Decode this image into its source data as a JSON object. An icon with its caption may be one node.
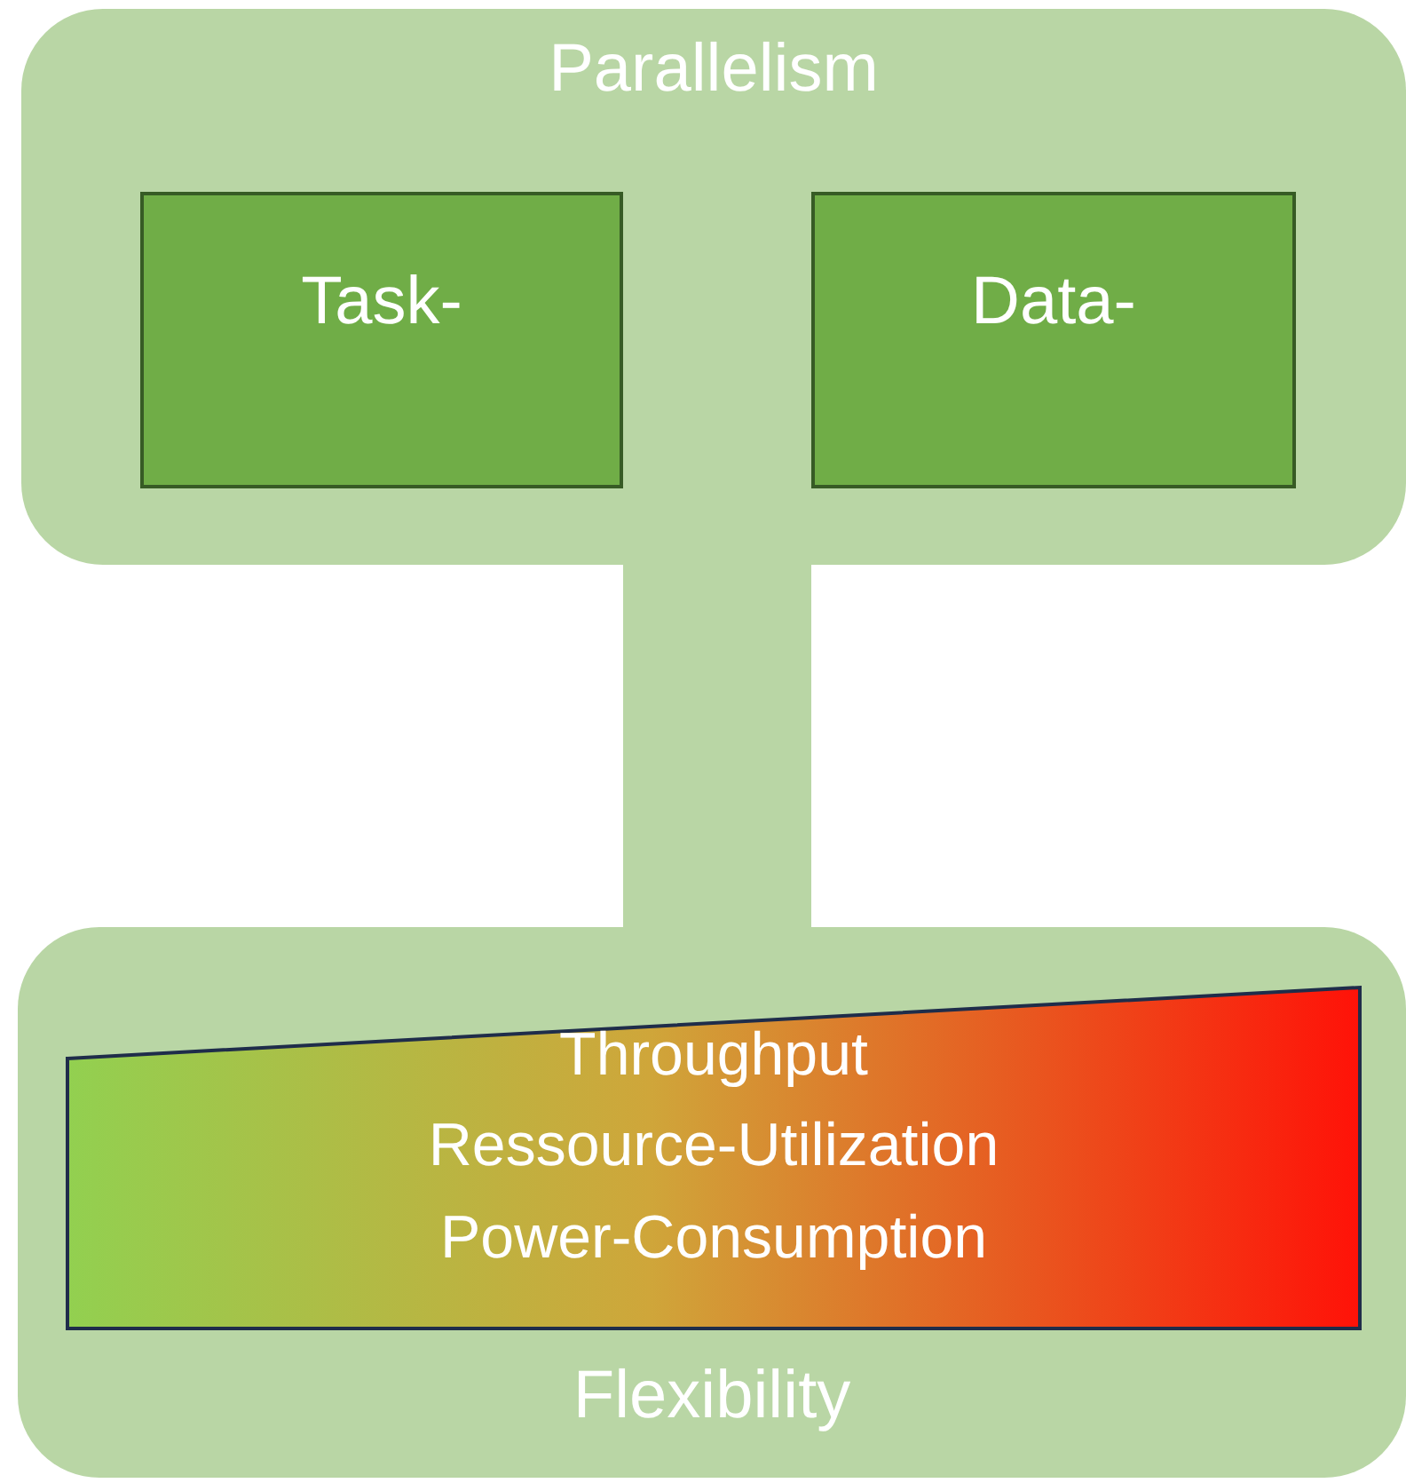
{
  "diagram": {
    "nodes": [
      {
        "text": [
          "Parallelism"
        ]
      },
      {
        "text": [
          "Task-"
        ],
        "in": 0
      },
      {
        "text": [
          "Data-"
        ],
        "in": 0
      },
      {
        "text": [
          "Flexibility"
        ]
      },
      {
        "text": [
          "Throughput",
          "Ressource-Utilization",
          "Power-Consumption"
        ],
        "in": 3
      }
    ],
    "edges": [
      {
        "from": 0,
        "to": 3,
        "arrow": "none"
      }
    ]
  }
}
